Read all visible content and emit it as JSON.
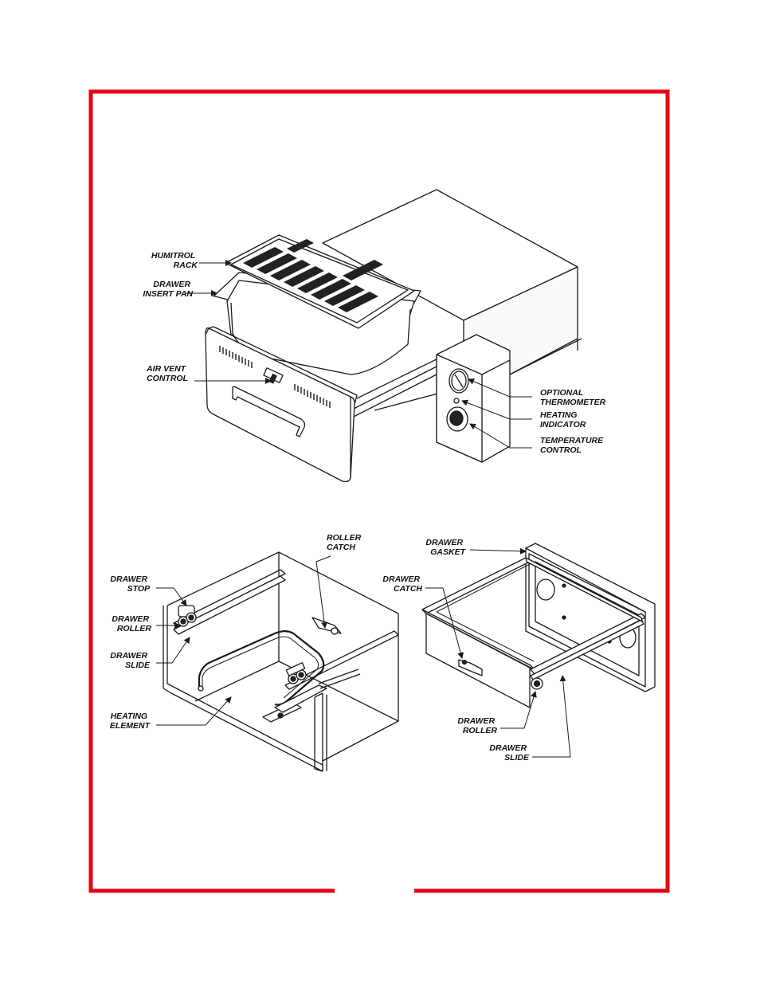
{
  "colors": {
    "frame": "#e30613",
    "line": "#1a1a1a",
    "background": "#ffffff"
  },
  "top_diagram": {
    "humitrol_rack": [
      "HUMITROL",
      "RACK"
    ],
    "drawer_insert_pan": [
      "DRAWER",
      "INSERT PAN"
    ],
    "air_vent_control": [
      "AIR VENT",
      "CONTROL"
    ],
    "optional_thermometer": [
      "OPTIONAL",
      "THERMOMETER"
    ],
    "heating_indicator": [
      "HEATING",
      "INDICATOR"
    ],
    "temperature_control": [
      "TEMPERATURE",
      "CONTROL"
    ]
  },
  "left_diagram": {
    "roller_catch": [
      "ROLLER",
      "CATCH"
    ],
    "drawer_stop": [
      "DRAWER",
      "STOP"
    ],
    "drawer_roller": [
      "DRAWER",
      "ROLLER"
    ],
    "drawer_slide": [
      "DRAWER",
      "SLIDE"
    ],
    "heating_element": [
      "HEATING",
      "ELEMENT"
    ]
  },
  "right_diagram": {
    "drawer_gasket": [
      "DRAWER",
      "GASKET"
    ],
    "drawer_catch": [
      "DRAWER",
      "CATCH"
    ],
    "drawer_roller": [
      "DRAWER",
      "ROLLER"
    ],
    "drawer_slide": [
      "DRAWER",
      "SLIDE"
    ]
  }
}
